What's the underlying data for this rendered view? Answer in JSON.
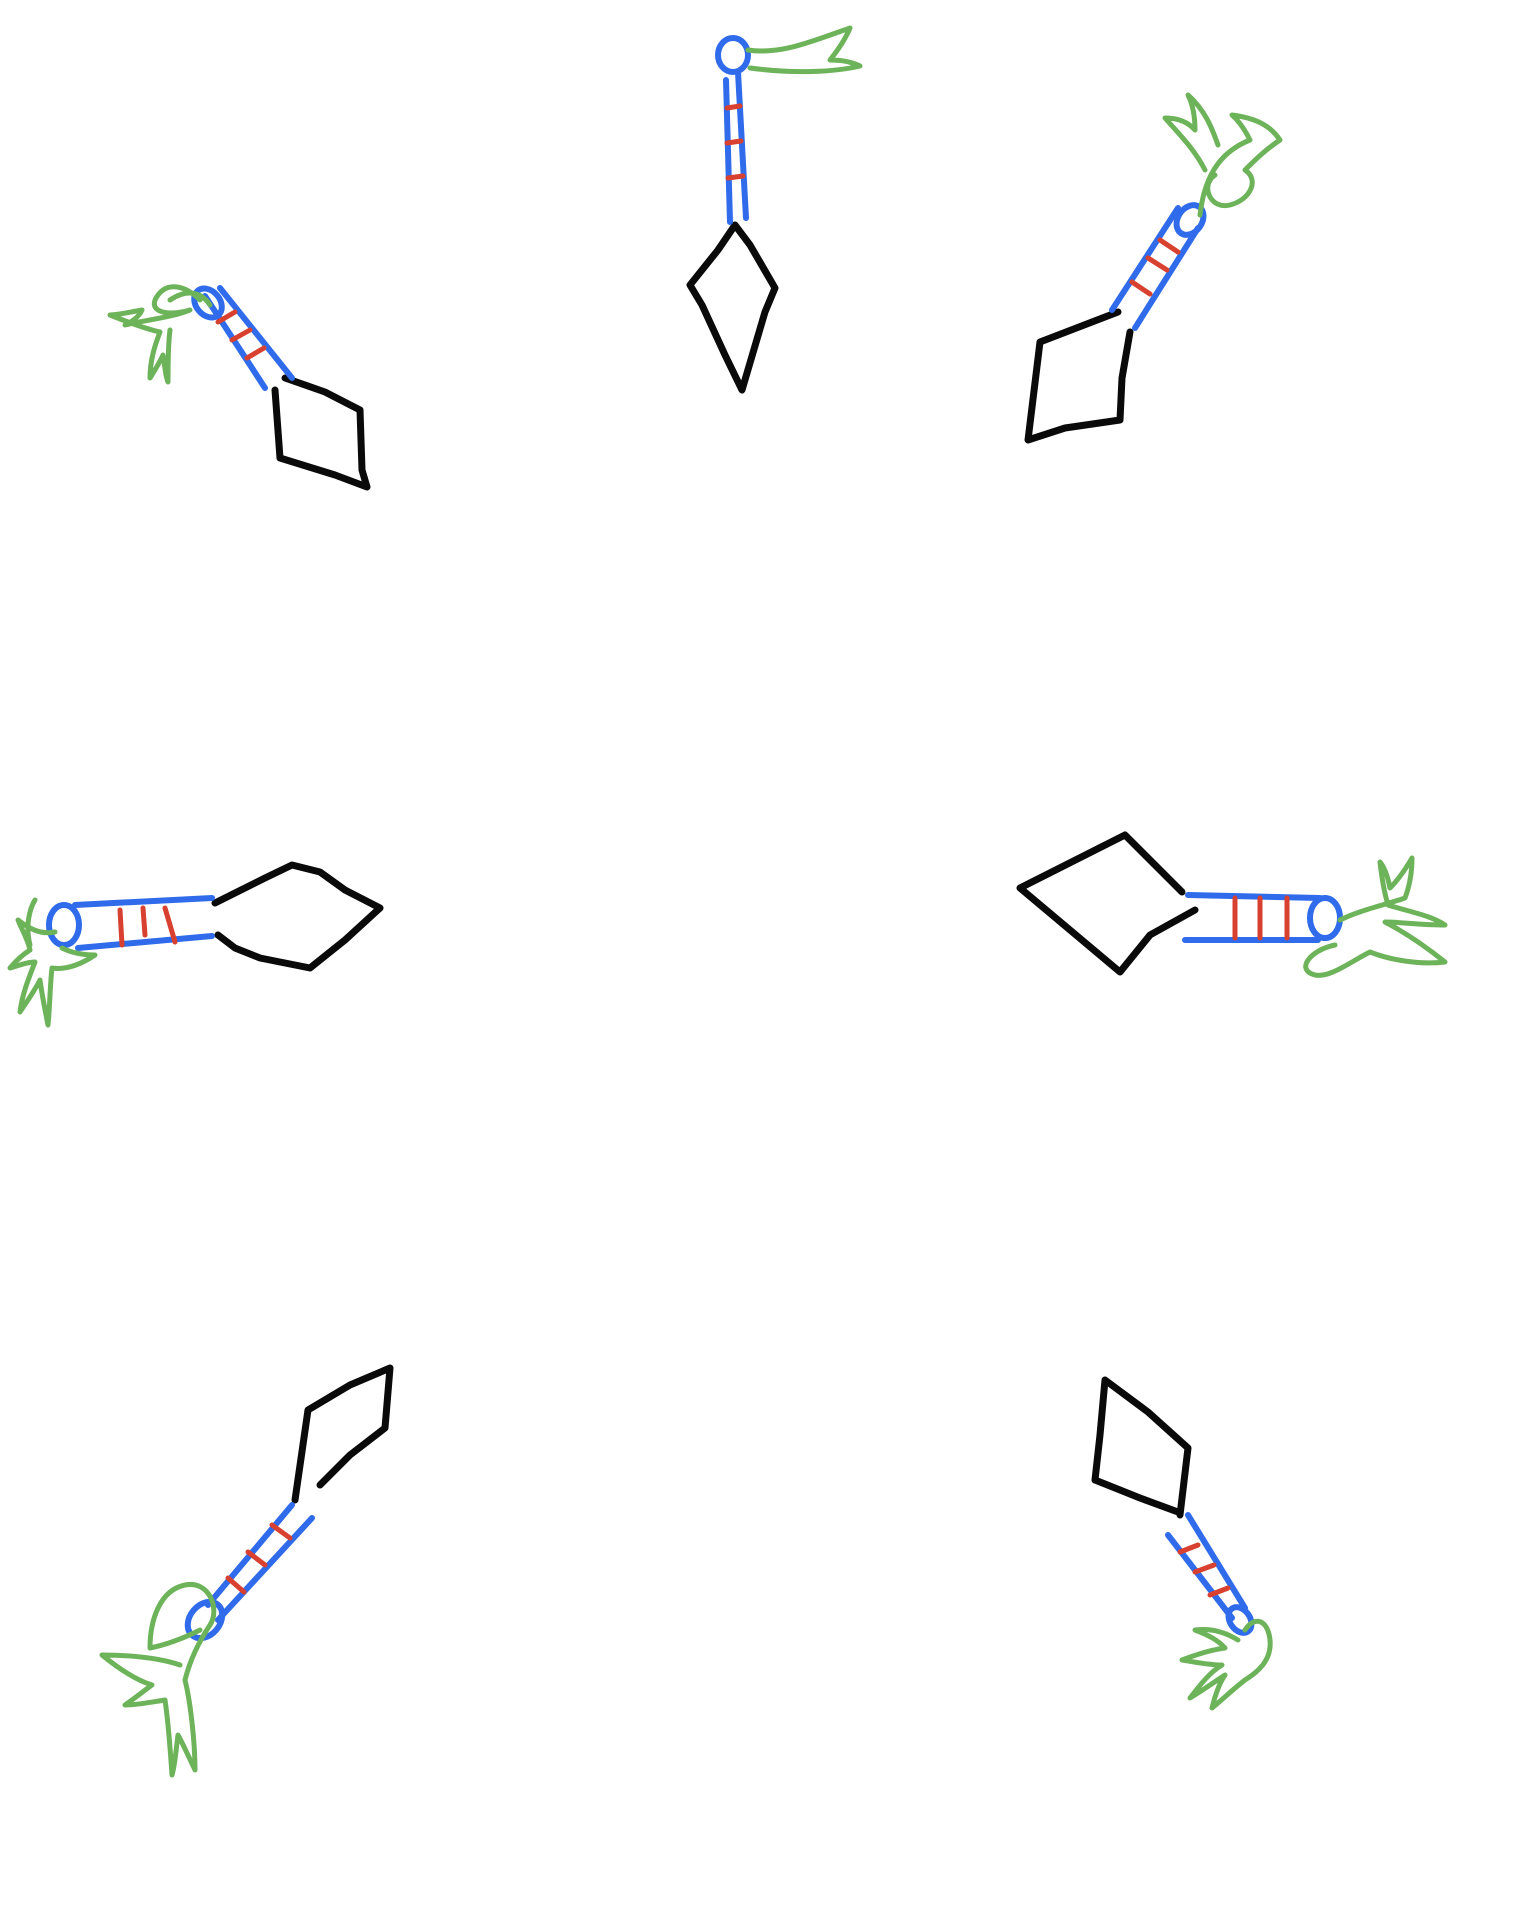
{
  "scene": {
    "background_color": "#ffffff",
    "description_items": [
      {
        "name": "kunai-top",
        "angle_deg": 90
      },
      {
        "name": "kunai-top-right",
        "angle_deg": 125
      },
      {
        "name": "kunai-right",
        "angle_deg": 180
      },
      {
        "name": "kunai-bottom-right",
        "angle_deg": 238
      },
      {
        "name": "kunai-bottom-left",
        "angle_deg": 305
      },
      {
        "name": "kunai-left",
        "angle_deg": 0
      },
      {
        "name": "kunai-top-left",
        "angle_deg": 48
      }
    ]
  },
  "colors": {
    "blade": "#0a0a0a",
    "handle": "#2f6bea",
    "wrap": "#d8402f",
    "ribbon": "#6db35a"
  },
  "icons": {
    "blade": "kunai-blade-icon",
    "handle": "kunai-handle-icon",
    "ribbon": "ribbon-icon"
  }
}
